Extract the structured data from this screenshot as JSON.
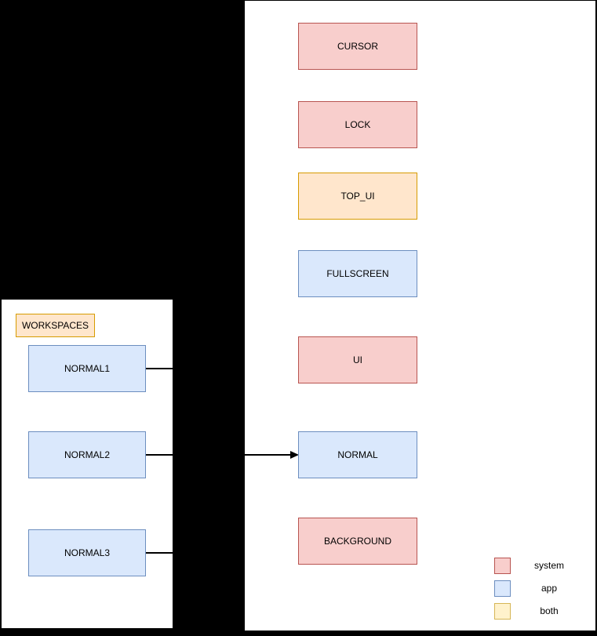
{
  "colors": {
    "canvas_background": "#000000",
    "panel_background": "#ffffff",
    "system_fill": "#f8cecc",
    "system_stroke": "#b85450",
    "app_fill": "#dae8fc",
    "app_stroke": "#6c8ebf",
    "orange_fill": "#ffe6cc",
    "orange_stroke": "#d79b00",
    "yellow_fill": "#fff2cc",
    "yellow_stroke": "#d6b656",
    "connector": "#000000",
    "text": "#000000"
  },
  "layer_types": {
    "nodes": [
      {
        "label": "CURSOR",
        "type": "system"
      },
      {
        "label": "LOCK",
        "type": "system"
      },
      {
        "label": "TOP_UI",
        "type": "both"
      },
      {
        "label": "FULLSCREEN",
        "type": "app"
      },
      {
        "label": "UI",
        "type": "system"
      },
      {
        "label": "NORMAL",
        "type": "app"
      },
      {
        "label": "BACKGROUND",
        "type": "system"
      }
    ]
  },
  "workspaces": {
    "title": "WORKSPACES",
    "nodes": [
      {
        "label": "NORMAL1"
      },
      {
        "label": "NORMAL2"
      },
      {
        "label": "NORMAL3"
      }
    ]
  },
  "connections": [
    {
      "from": "NORMAL1",
      "to": "",
      "arrow": false
    },
    {
      "from": "NORMAL2",
      "to": "NORMAL",
      "arrow": true
    },
    {
      "from": "NORMAL3",
      "to": "",
      "arrow": false
    }
  ],
  "legend": {
    "items": [
      {
        "label": "system",
        "type": "system"
      },
      {
        "label": "app",
        "type": "app"
      },
      {
        "label": "both",
        "type": "both"
      }
    ]
  }
}
